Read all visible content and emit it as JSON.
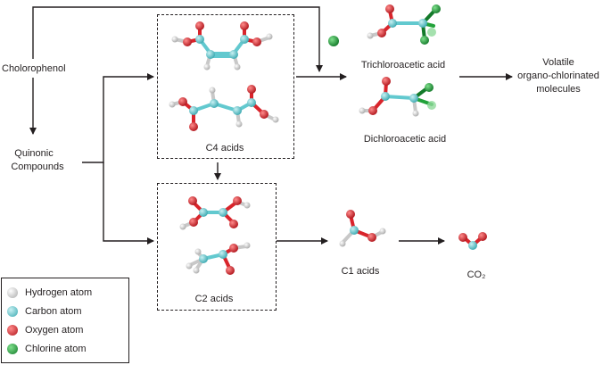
{
  "nodes": {
    "chlorophenol": "Cholorophenol",
    "quinonic_line1": "Quinonic",
    "quinonic_line2": "Compounds",
    "c4_acids": "C4 acids",
    "c2_acids": "C2 acids",
    "c1_acids": "C1 acids",
    "co2": "CO₂",
    "trichloroacetic": "Trichloroacetic acid",
    "dichloroacetic": "Dichloroacetic acid",
    "volatile_line1": "Volatile",
    "volatile_line2": "organo-chlorinated",
    "volatile_line3": "molecules"
  },
  "legend": {
    "items": [
      {
        "label": "Hydrogen atom",
        "color": "#e8e8e8"
      },
      {
        "label": "Carbon atom",
        "color": "#62c9cf"
      },
      {
        "label": "Oxygen atom",
        "color": "#d9242b"
      },
      {
        "label": "Chlorine atom",
        "color": "#22a23a"
      }
    ]
  },
  "colors": {
    "hydrogen": "#e8e8e8",
    "carbon": "#62c9cf",
    "oxygen": "#d9242b",
    "chlorine": "#22a23a",
    "dark_chlorine": "#137a2a",
    "line": "#231f20"
  }
}
